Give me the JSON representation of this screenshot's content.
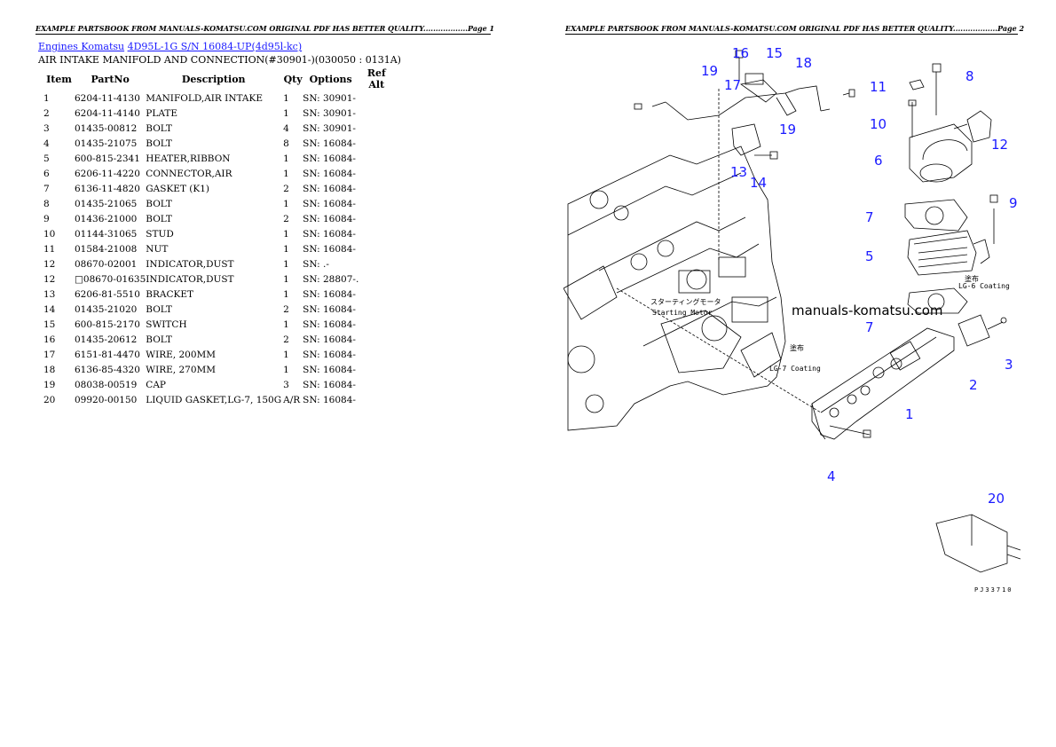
{
  "header_text": "EXAMPLE PARTSBOOK FROM MANUALS-KOMATSU.COM ORIGINAL PDF HAS BETTER QUALITY..................",
  "page1_label": "Page 1",
  "page2_label": "Page 2",
  "breadcrumb": {
    "root": "Engines Komatsu",
    "model": "4D95L-1G S/N 16084-UP(4d95l-kc)"
  },
  "subtitle": "AIR INTAKE MANIFOLD AND CONNECTION(#30901-)(030050 : 0131A)",
  "columns": [
    "Item",
    "PartNo",
    "Description",
    "Qty",
    "Options",
    "Ref Alt"
  ],
  "rows": [
    {
      "item": "1",
      "part": "6204-11-4130",
      "desc": "MANIFOLD,AIR INTAKE",
      "qty": "1",
      "opt": "SN: 30901-"
    },
    {
      "item": "2",
      "part": "6204-11-4140",
      "desc": "PLATE",
      "qty": "1",
      "opt": "SN: 30901-"
    },
    {
      "item": "3",
      "part": "01435-00812",
      "desc": "BOLT",
      "qty": "4",
      "opt": "SN: 30901-"
    },
    {
      "item": "4",
      "part": "01435-21075",
      "desc": "BOLT",
      "qty": "8",
      "opt": "SN: 16084-"
    },
    {
      "item": "5",
      "part": "600-815-2341",
      "desc": "HEATER,RIBBON",
      "qty": "1",
      "opt": "SN: 16084-"
    },
    {
      "item": "6",
      "part": "6206-11-4220",
      "desc": "CONNECTOR,AIR",
      "qty": "1",
      "opt": "SN: 16084-"
    },
    {
      "item": "7",
      "part": "6136-11-4820",
      "desc": "GASKET (K1)",
      "qty": "2",
      "opt": "SN: 16084-"
    },
    {
      "item": "8",
      "part": "01435-21065",
      "desc": "BOLT",
      "qty": "1",
      "opt": "SN: 16084-"
    },
    {
      "item": "9",
      "part": "01436-21000",
      "desc": "BOLT",
      "qty": "2",
      "opt": "SN: 16084-"
    },
    {
      "item": "10",
      "part": "01144-31065",
      "desc": "STUD",
      "qty": "1",
      "opt": "SN: 16084-"
    },
    {
      "item": "11",
      "part": "01584-21008",
      "desc": "NUT",
      "qty": "1",
      "opt": "SN: 16084-"
    },
    {
      "item": "12",
      "part": "08670-02001",
      "desc": "INDICATOR,DUST",
      "qty": "1",
      "opt": "SN: .-"
    },
    {
      "item": "12",
      "part": "□08670-01635",
      "desc": "INDICATOR,DUST",
      "qty": "1",
      "opt": "SN: 28807-."
    },
    {
      "item": "13",
      "part": "6206-81-5510",
      "desc": "BRACKET",
      "qty": "1",
      "opt": "SN: 16084-"
    },
    {
      "item": "14",
      "part": "01435-21020",
      "desc": "BOLT",
      "qty": "2",
      "opt": "SN: 16084-"
    },
    {
      "item": "15",
      "part": "600-815-2170",
      "desc": "SWITCH",
      "qty": "1",
      "opt": "SN: 16084-"
    },
    {
      "item": "16",
      "part": "01435-20612",
      "desc": "BOLT",
      "qty": "2",
      "opt": "SN: 16084-"
    },
    {
      "item": "17",
      "part": "6151-81-4470",
      "desc": "WIRE, 200MM",
      "qty": "1",
      "opt": "SN: 16084-"
    },
    {
      "item": "18",
      "part": "6136-85-4320",
      "desc": "WIRE, 270MM",
      "qty": "1",
      "opt": "SN: 16084-"
    },
    {
      "item": "19",
      "part": "08038-00519",
      "desc": "CAP",
      "qty": "3",
      "opt": "SN: 16084-"
    },
    {
      "item": "20",
      "part": "09920-00150",
      "desc": "LIQUID GASKET,LG-7, 150G",
      "qty": "A/R",
      "opt": "SN: 16084-"
    }
  ],
  "diagram": {
    "watermark": "manuals-komatsu.com",
    "callout_color": "#1a1aff",
    "starting_motor_jp": "スターティングモータ",
    "starting_motor_en": "Starting Motor",
    "coating_jp": "塗布",
    "coating_lg7": "LG-7 Coating",
    "coating_lg6": "LG-6 Coating",
    "code": "PJ33710",
    "callouts": [
      "16",
      "15",
      "19",
      "17",
      "18",
      "19",
      "13",
      "14",
      "11",
      "10",
      "8",
      "6",
      "12",
      "7",
      "9",
      "5",
      "7",
      "3",
      "2",
      "1",
      "4",
      "20"
    ]
  }
}
